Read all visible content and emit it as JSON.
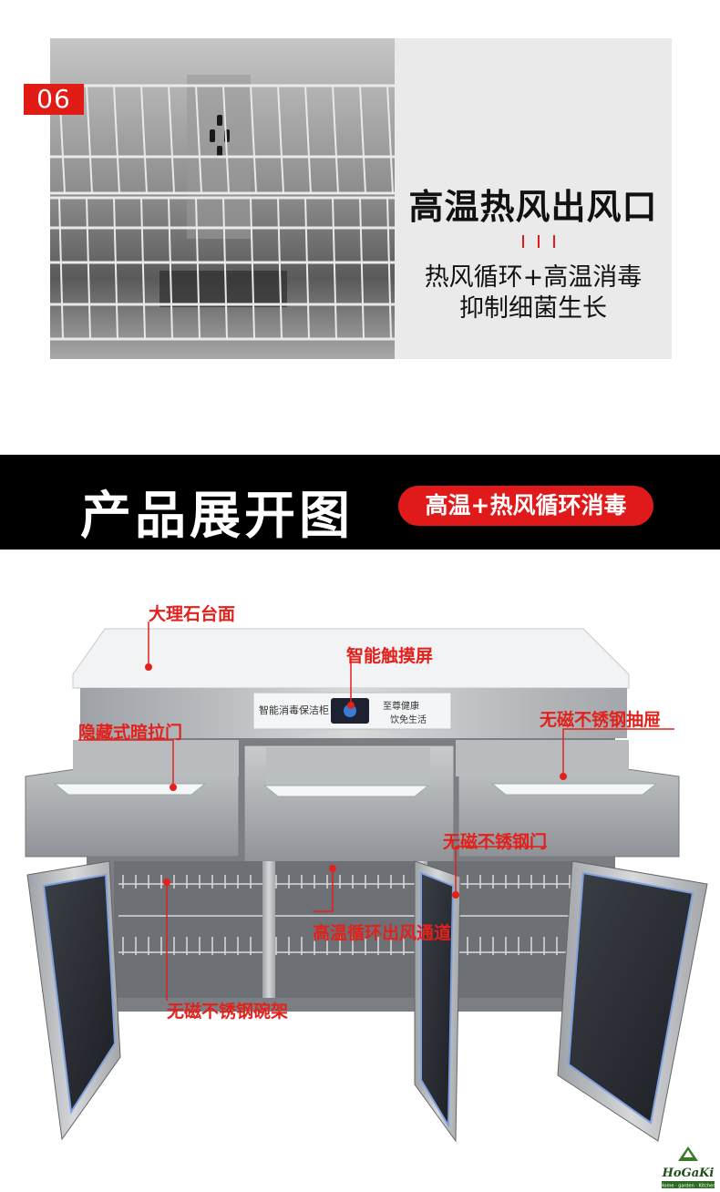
{
  "section06": {
    "badge": "06",
    "title": "高温热风出风口",
    "ticks": "| | |",
    "desc_line1": "热风循环+高温消毒",
    "desc_line2": "抑制细菌生长"
  },
  "banner": {
    "title": "产品展开图",
    "pill": "高温+热风循环消毒"
  },
  "product": {
    "panel_text_left": "智能消毒保洁柜",
    "panel_text_right_1": "至尊健康",
    "panel_text_right_2": "饮免生活",
    "callouts": {
      "marble": "大理石台面",
      "touch": "智能触摸屏",
      "hidden": "隐藏式暗拉门",
      "drawer": "无磁不锈钢抽屉",
      "door": "无磁不锈钢门",
      "channel": "高温循环出风通道",
      "rack": "无磁不锈钢碗架"
    },
    "callout_color": "#e3211c"
  },
  "logo": {
    "name": "HoGaKi",
    "tagline": "Home · garden · Kitchen"
  },
  "colors": {
    "accent": "#e11b16",
    "banner_bg": "#000000",
    "panel_bg": "#eaeaea"
  }
}
